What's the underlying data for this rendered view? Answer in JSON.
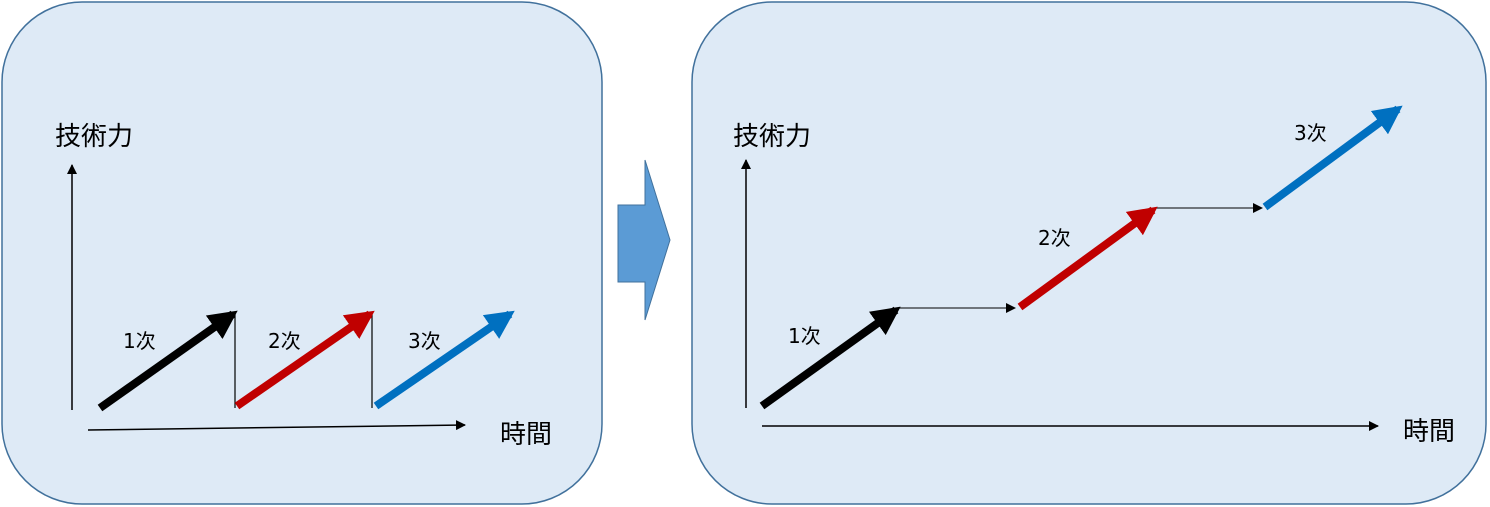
{
  "left_panel": {
    "y_axis_label": "技術力",
    "x_axis_label": "時間",
    "stages": [
      "1次",
      "2次",
      "3次"
    ]
  },
  "right_panel": {
    "y_axis_label": "技術力",
    "x_axis_label": "時間",
    "stages": [
      "1次",
      "2次",
      "3次"
    ]
  },
  "colors": {
    "panel_fill": "#deeaf6",
    "panel_border": "#41719c",
    "transition_arrow": "#5b9bd5",
    "stage1": "#000000",
    "stage2": "#c00000",
    "stage3": "#0070c0"
  }
}
